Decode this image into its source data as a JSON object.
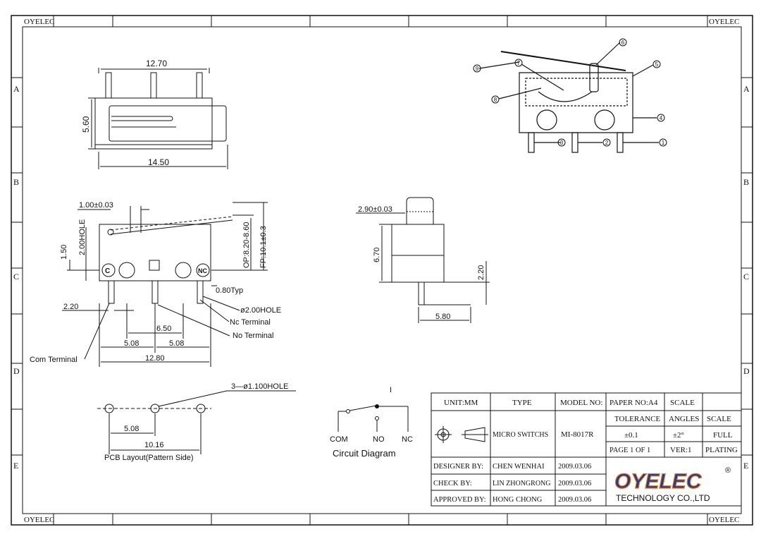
{
  "frame": {
    "brand_corner": "OYELEC",
    "row_letters": [
      "A",
      "B",
      "C",
      "D",
      "E"
    ]
  },
  "dimensions": {
    "top_width": "12.70",
    "top_height": "5.60",
    "top_total": "14.50",
    "lever_offset": "1.00±0.03",
    "hole_dia_v": "2.00HOLE",
    "pin_height": "1.50",
    "op": "OP:8.20-8.60",
    "fp": "FP:10.1±0.3",
    "pin_type": "0.80Typ",
    "hole_dia": "ø2.00HOLE",
    "pin_offset": "2.20",
    "pitch_650": "6.50",
    "pitch_508_a": "5.08",
    "pitch_508_b": "5.08",
    "total_width": "12.80",
    "side_top": "2.90±0.03",
    "side_height": "6.70",
    "side_pin": "2.20",
    "side_width": "5.80"
  },
  "labels": {
    "c_mark": "C",
    "nc_mark": "NC",
    "nc_terminal": "Nc Terminal",
    "no_terminal": "No Terminal",
    "com_terminal": "Com Terminal",
    "pcb_holes": "3—ø1.100HOLE",
    "pcb_pitch": "5.08",
    "pcb_total": "10.16",
    "pcb_caption": "PCB Layout(Pattern Side)",
    "circuit_i": "I",
    "circuit_com": "COM",
    "circuit_no": "NO",
    "circuit_nc": "NC",
    "circuit_caption": "Circuit  Diagram"
  },
  "callouts": [
    "1",
    "2",
    "3",
    "4",
    "5",
    "6",
    "7",
    "8",
    "9"
  ],
  "title_block": {
    "unit": "UNIT:MM",
    "type_header": "TYPE",
    "model_header": "MODEL NO:",
    "paper": "PAPER NO:A4",
    "scale_header": "SCALE",
    "tolerance_header": "TOLERANCE",
    "angles_header": "ANGLES",
    "scale_header2": "SCALE",
    "type_value": "MICRO SWITCHS",
    "model_value": "MI-8017R",
    "tolerance_value": "±0.1",
    "angles_value": "±2°",
    "scale_value": "FULL",
    "page": "PAGE 1 OF 1",
    "version": "VER:1",
    "finish": "PLATING",
    "designer_label": "DESIGNER BY:",
    "designer_name": "CHEN WENHAI",
    "designer_date": "2009.03.06",
    "check_label": "CHECK BY:",
    "check_name": "LIN ZHONGRONG",
    "check_date": "2009.03.06",
    "approved_label": "APPROVED BY:",
    "approved_name": "HONG CHONG",
    "approved_date": "2009.03.06",
    "logo_text": "OYELEC",
    "logo_registered": "®",
    "company": "TECHNOLOGY CO.,LTD"
  },
  "colors": {
    "line": "#111111",
    "logo_orange": "#e8741c",
    "logo_blue": "#1f3d8c"
  }
}
